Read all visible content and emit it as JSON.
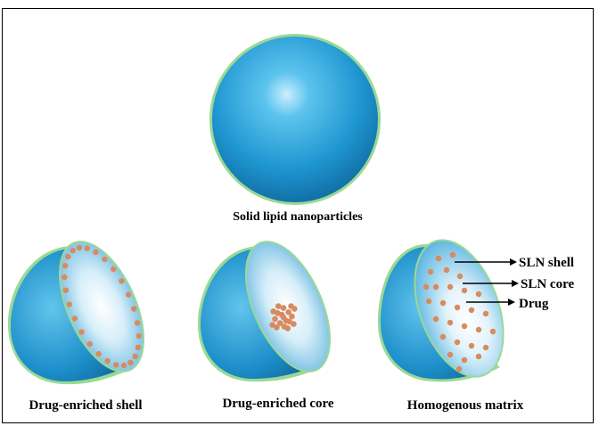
{
  "labels": {
    "sln": "Solid lipid nanoparticles",
    "shell_model": "Drug-enriched shell",
    "core_model": "Drug-enriched core",
    "matrix_model": "Homogenous matrix"
  },
  "callouts": {
    "shell": "SLN shell",
    "core": "SLN core",
    "drug": "Drug"
  },
  "colors": {
    "sphere_blue": "#1f96d2",
    "rim_green": "#8fd88a",
    "drug_dot": "#d98a5e",
    "frame": "#000000"
  }
}
